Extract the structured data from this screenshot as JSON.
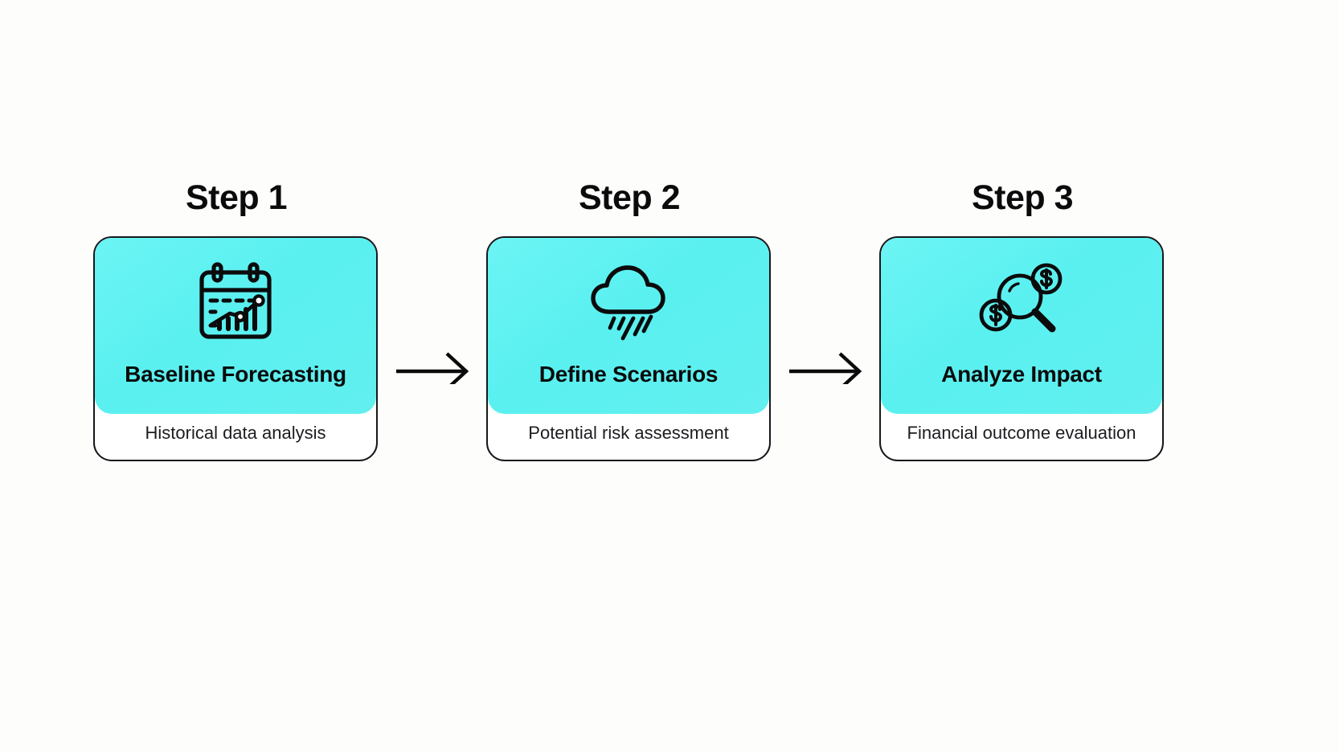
{
  "diagram": {
    "title": "Scenario planning three step flow",
    "background_color": "#FDFDFB",
    "accent_color": "#5AF0F0",
    "outline_color": "#17181B",
    "text_color": "#0B0B0C",
    "steps": [
      {
        "label": "Step 1",
        "title": "Baseline Forecasting",
        "subtitle": "Historical data analysis",
        "icon": "calendar-chart-icon"
      },
      {
        "label": "Step 2",
        "title": "Define Scenarios",
        "subtitle": "Potential risk assessment",
        "icon": "rain-cloud-icon"
      },
      {
        "label": "Step 3",
        "title": "Analyze Impact",
        "subtitle": "Financial outcome evaluation",
        "icon": "magnifier-dollar-icon"
      }
    ],
    "connectors": [
      {
        "name": "arrow-step1-to-step2",
        "direction": "right"
      },
      {
        "name": "arrow-step2-to-step3",
        "direction": "right"
      }
    ]
  }
}
